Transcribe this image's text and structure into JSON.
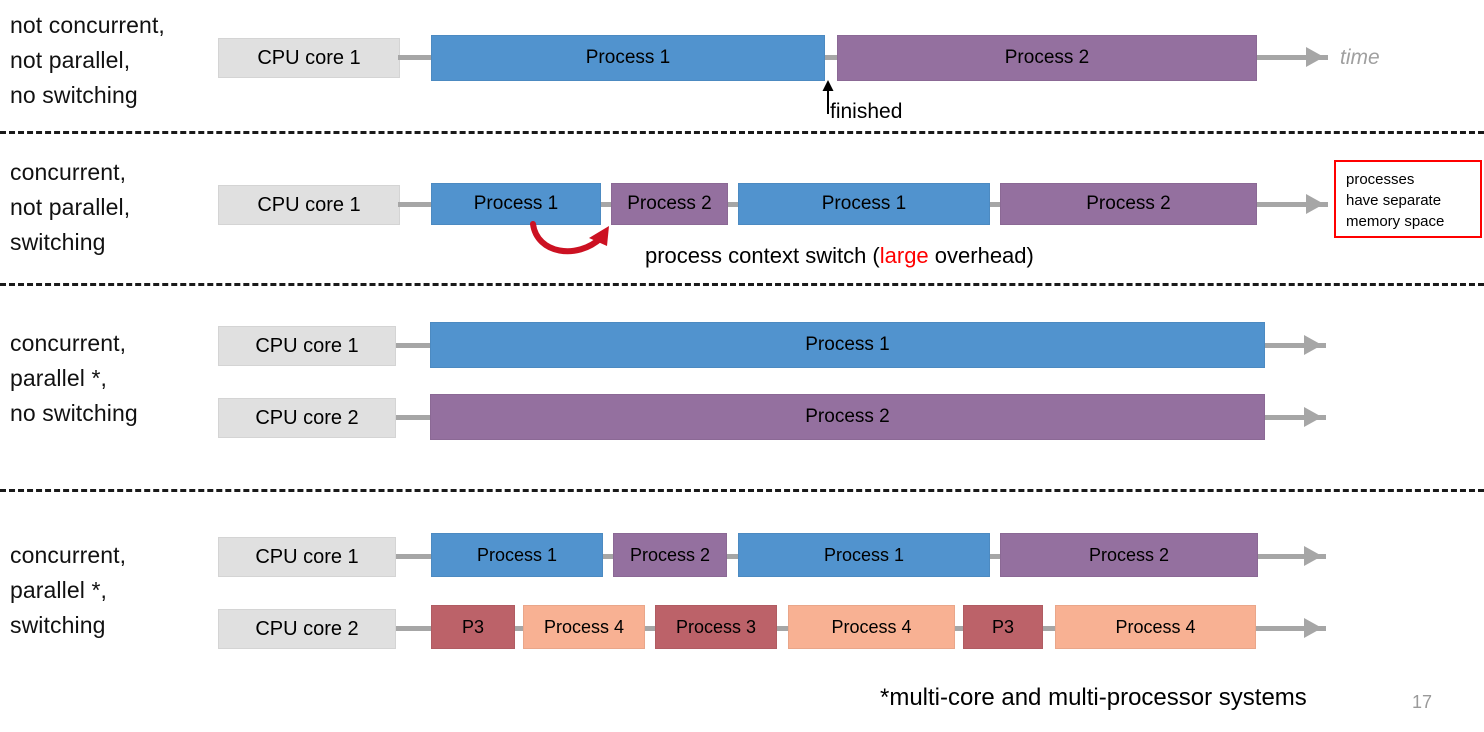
{
  "slide": {
    "page_number": "17",
    "footnote": "*multi-core and multi-processor systems",
    "time_axis_label": "time"
  },
  "annotations": {
    "finished": "finished",
    "context_switch_prefix": "process context switch (",
    "context_switch_highlight": "large",
    "context_switch_suffix": " overhead)",
    "memory_callout": "processes\nhave separate\nmemory space"
  },
  "colors": {
    "blue": "#5193ce",
    "purple": "#94709f",
    "salmon": "#f8b193",
    "dark_red": "#bc6269",
    "core_box": "#e0e0e0",
    "timeline": "#a6a6a6",
    "accent_red": "#ff0000",
    "time_label": "#a0a0a0"
  },
  "rows": [
    {
      "label": "not concurrent,\nnot parallel,\nno switching",
      "cores": [
        {
          "name": "CPU core 1",
          "blocks": [
            {
              "label": "Process 1",
              "color": "blue"
            },
            {
              "label": "Process 2",
              "color": "purple"
            }
          ]
        }
      ]
    },
    {
      "label": "concurrent,\nnot parallel,\nswitching",
      "cores": [
        {
          "name": "CPU core 1",
          "blocks": [
            {
              "label": "Process 1",
              "color": "blue"
            },
            {
              "label": "Process 2",
              "color": "purple"
            },
            {
              "label": "Process 1",
              "color": "blue"
            },
            {
              "label": "Process 2",
              "color": "purple"
            }
          ]
        }
      ]
    },
    {
      "label": "concurrent,\nparallel *,\nno switching",
      "cores": [
        {
          "name": "CPU core 1",
          "blocks": [
            {
              "label": "Process 1",
              "color": "blue"
            }
          ]
        },
        {
          "name": "CPU core 2",
          "blocks": [
            {
              "label": "Process 2",
              "color": "purple"
            }
          ]
        }
      ]
    },
    {
      "label": "concurrent,\nparallel *,\nswitching",
      "cores": [
        {
          "name": "CPU core 1",
          "blocks": [
            {
              "label": "Process 1",
              "color": "blue"
            },
            {
              "label": "Process 2",
              "color": "purple"
            },
            {
              "label": "Process 1",
              "color": "blue"
            },
            {
              "label": "Process 2",
              "color": "purple"
            }
          ]
        },
        {
          "name": "CPU core 2",
          "blocks": [
            {
              "label": "P3",
              "color": "dark_red"
            },
            {
              "label": "Process 4",
              "color": "salmon"
            },
            {
              "label": "Process 3",
              "color": "dark_red"
            },
            {
              "label": "Process 4",
              "color": "salmon"
            },
            {
              "label": "P3",
              "color": "dark_red"
            },
            {
              "label": "Process 4",
              "color": "salmon"
            }
          ]
        }
      ]
    }
  ]
}
